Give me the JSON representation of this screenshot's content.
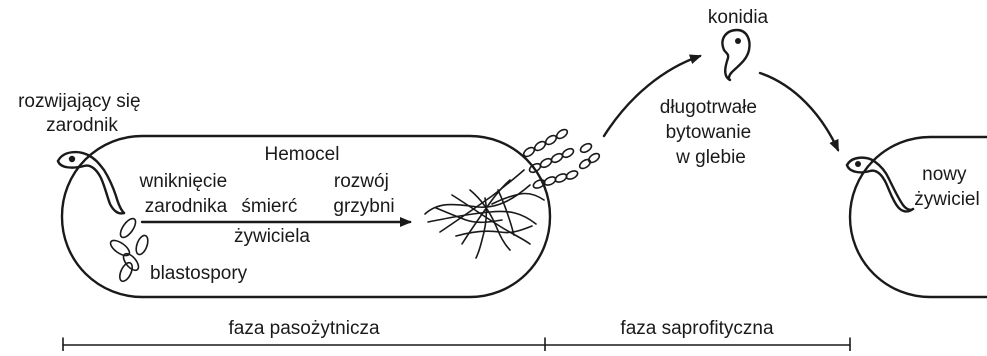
{
  "labels": {
    "developing_spore": [
      "rozwijający się",
      "zarodnik"
    ],
    "hemocoel": "Hemocel",
    "spore_penetration": [
      "wniknięcie",
      "zarodnika"
    ],
    "host_death": [
      "śmierć",
      "żywiciela"
    ],
    "fungal_development": [
      "rozwój",
      "grzybni"
    ],
    "blastospores": "blastospory",
    "conidia": "konidia",
    "long_term_survival": [
      "długotrwałe",
      "bytowanie",
      "w glebie"
    ],
    "new_host": [
      "nowy",
      "żywiciel"
    ]
  },
  "phases": {
    "parasitic": "faza pasożytnicza",
    "saprophytic": "faza saprofityczna"
  },
  "colors": {
    "ink": "#1a1a1a",
    "background": "#ffffff"
  }
}
